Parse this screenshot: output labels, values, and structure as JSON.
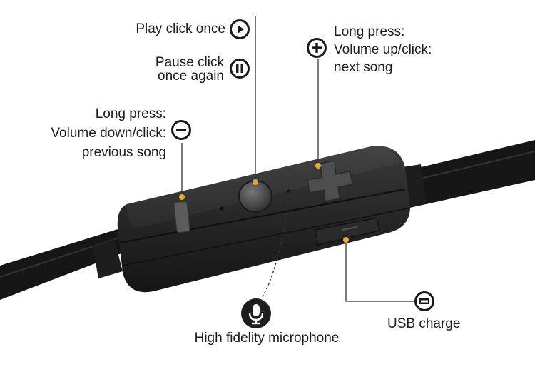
{
  "labels": {
    "play": "Play click once",
    "pause_line1": "Pause click",
    "pause_line2": "once again",
    "plus_line1": "Long press:",
    "plus_line2": "Volume up/click:",
    "plus_line3": "next song",
    "minus_line1": "Long press:",
    "minus_line2": "Volume down/click:",
    "minus_line3": "previous song",
    "microphone": "High fidelity microphone",
    "usb": "USB charge"
  },
  "icons": {
    "play": "play-icon",
    "pause": "pause-icon",
    "plus": "plus-icon",
    "minus": "minus-icon",
    "microphone": "microphone-icon",
    "usb": "usb-port-icon"
  },
  "colors": {
    "background": "#ffffff",
    "device_body": "#2a2a2a",
    "cable": "#141414",
    "pointer_dot": "#e8a33a",
    "leader_line": "#333333",
    "text": "#1c1c1c"
  }
}
